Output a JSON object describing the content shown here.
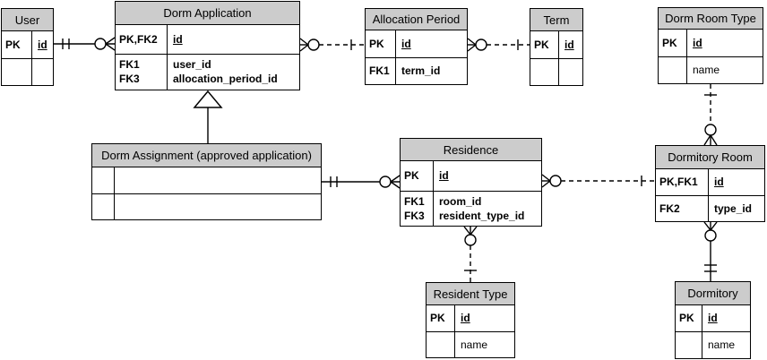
{
  "diagram": {
    "type": "entity-relationship-diagram",
    "colors": {
      "header_fill": "#cccccc",
      "border": "#000000",
      "background": "#ffffff",
      "text": "#000000"
    },
    "entities": {
      "user": {
        "title": "User",
        "rows": [
          {
            "keys": [
              "PK"
            ],
            "attrs": [
              "id"
            ]
          },
          {
            "keys": [],
            "attrs": []
          }
        ]
      },
      "dorm_application": {
        "title": "Dorm Application",
        "rows": [
          {
            "keys": [
              "PK,FK2"
            ],
            "attrs": [
              "id"
            ]
          },
          {
            "keys": [
              "FK1",
              "FK3"
            ],
            "attrs": [
              "user_id",
              "allocation_period_id"
            ]
          }
        ]
      },
      "allocation_period": {
        "title": "Allocation Period",
        "rows": [
          {
            "keys": [
              "PK"
            ],
            "attrs": [
              "id"
            ]
          },
          {
            "keys": [
              "FK1"
            ],
            "attrs": [
              "term_id"
            ]
          }
        ]
      },
      "term": {
        "title": "Term",
        "rows": [
          {
            "keys": [
              "PK"
            ],
            "attrs": [
              "id"
            ]
          },
          {
            "keys": [],
            "attrs": []
          }
        ]
      },
      "dorm_room_type": {
        "title": "Dorm Room Type",
        "rows": [
          {
            "keys": [
              "PK"
            ],
            "attrs": [
              "id"
            ]
          },
          {
            "keys": [],
            "attrs": [
              "name"
            ]
          }
        ]
      },
      "dorm_assignment": {
        "title": "Dorm Assignment (approved application)",
        "rows": [
          {
            "keys": [],
            "attrs": []
          },
          {
            "keys": [],
            "attrs": []
          }
        ]
      },
      "residence": {
        "title": "Residence",
        "rows": [
          {
            "keys": [
              "PK"
            ],
            "attrs": [
              "id"
            ]
          },
          {
            "keys": [
              "FK1",
              "FK3"
            ],
            "attrs": [
              "room_id",
              "resident_type_id"
            ]
          }
        ]
      },
      "dormitory_room": {
        "title": "Dormitory Room",
        "rows": [
          {
            "keys": [
              "PK,FK1"
            ],
            "attrs": [
              "id"
            ]
          },
          {
            "keys": [
              "FK2"
            ],
            "attrs": [
              "type_id"
            ]
          }
        ]
      },
      "resident_type": {
        "title": "Resident Type",
        "rows": [
          {
            "keys": [
              "PK"
            ],
            "attrs": [
              "id"
            ]
          },
          {
            "keys": [],
            "attrs": [
              "name"
            ]
          }
        ]
      },
      "dormitory": {
        "title": "Dormitory",
        "rows": [
          {
            "keys": [
              "PK"
            ],
            "attrs": [
              "id"
            ]
          },
          {
            "keys": [],
            "attrs": [
              "name"
            ]
          }
        ]
      }
    },
    "relationships": [
      {
        "from": "User",
        "to": "Dorm Application",
        "from_end": "exactly-one",
        "to_end": "zero-or-many",
        "line_style": "solid"
      },
      {
        "from": "Allocation Period",
        "to": "Dorm Application",
        "from_end": "one",
        "to_end": "zero-or-many",
        "line_style": "dashed"
      },
      {
        "from": "Term",
        "to": "Allocation Period",
        "from_end": "one",
        "to_end": "zero-or-many",
        "line_style": "dashed"
      },
      {
        "from": "Dorm Room Type",
        "to": "Dormitory Room",
        "from_end": "one",
        "to_end": "zero-or-many",
        "line_style": "dashed"
      },
      {
        "from": "Dorm Assignment (approved application)",
        "to": "Residence",
        "from_end": "exactly-one",
        "to_end": "zero-or-many",
        "line_style": "solid"
      },
      {
        "from": "Dormitory Room",
        "to": "Residence",
        "from_end": "one",
        "to_end": "zero-or-many",
        "line_style": "dashed"
      },
      {
        "from": "Resident Type",
        "to": "Residence",
        "from_end": "one",
        "to_end": "zero-or-many",
        "line_style": "dashed"
      },
      {
        "from": "Dormitory",
        "to": "Dormitory Room",
        "from_end": "exactly-one",
        "to_end": "zero-or-many",
        "line_style": "solid"
      },
      {
        "from": "Dorm Application",
        "to": "Dorm Assignment (approved application)",
        "type": "generalization",
        "symbol": "open-triangle"
      }
    ]
  }
}
